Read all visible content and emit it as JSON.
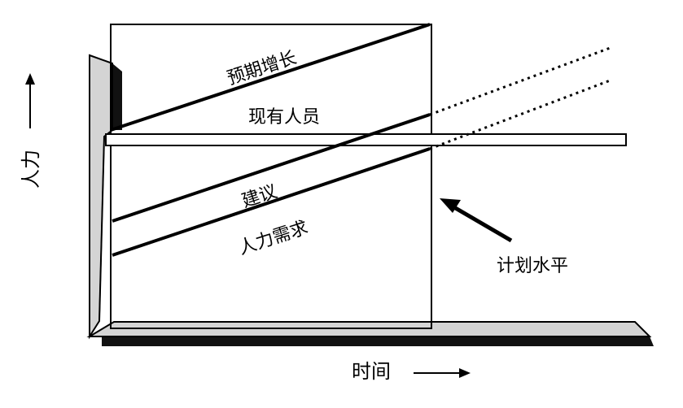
{
  "labels": {
    "expected_growth": "预期增长",
    "current_staff": "现有人员",
    "suggestion": "建议",
    "staff_demand": "人力需求",
    "planning_level": "计划水平",
    "manpower_axis": "人力",
    "time_axis": "时间"
  },
  "colors": {
    "ink": "#000000",
    "panel_fill": "#d4d4d4",
    "shadow": "#111111",
    "background": "#ffffff"
  }
}
